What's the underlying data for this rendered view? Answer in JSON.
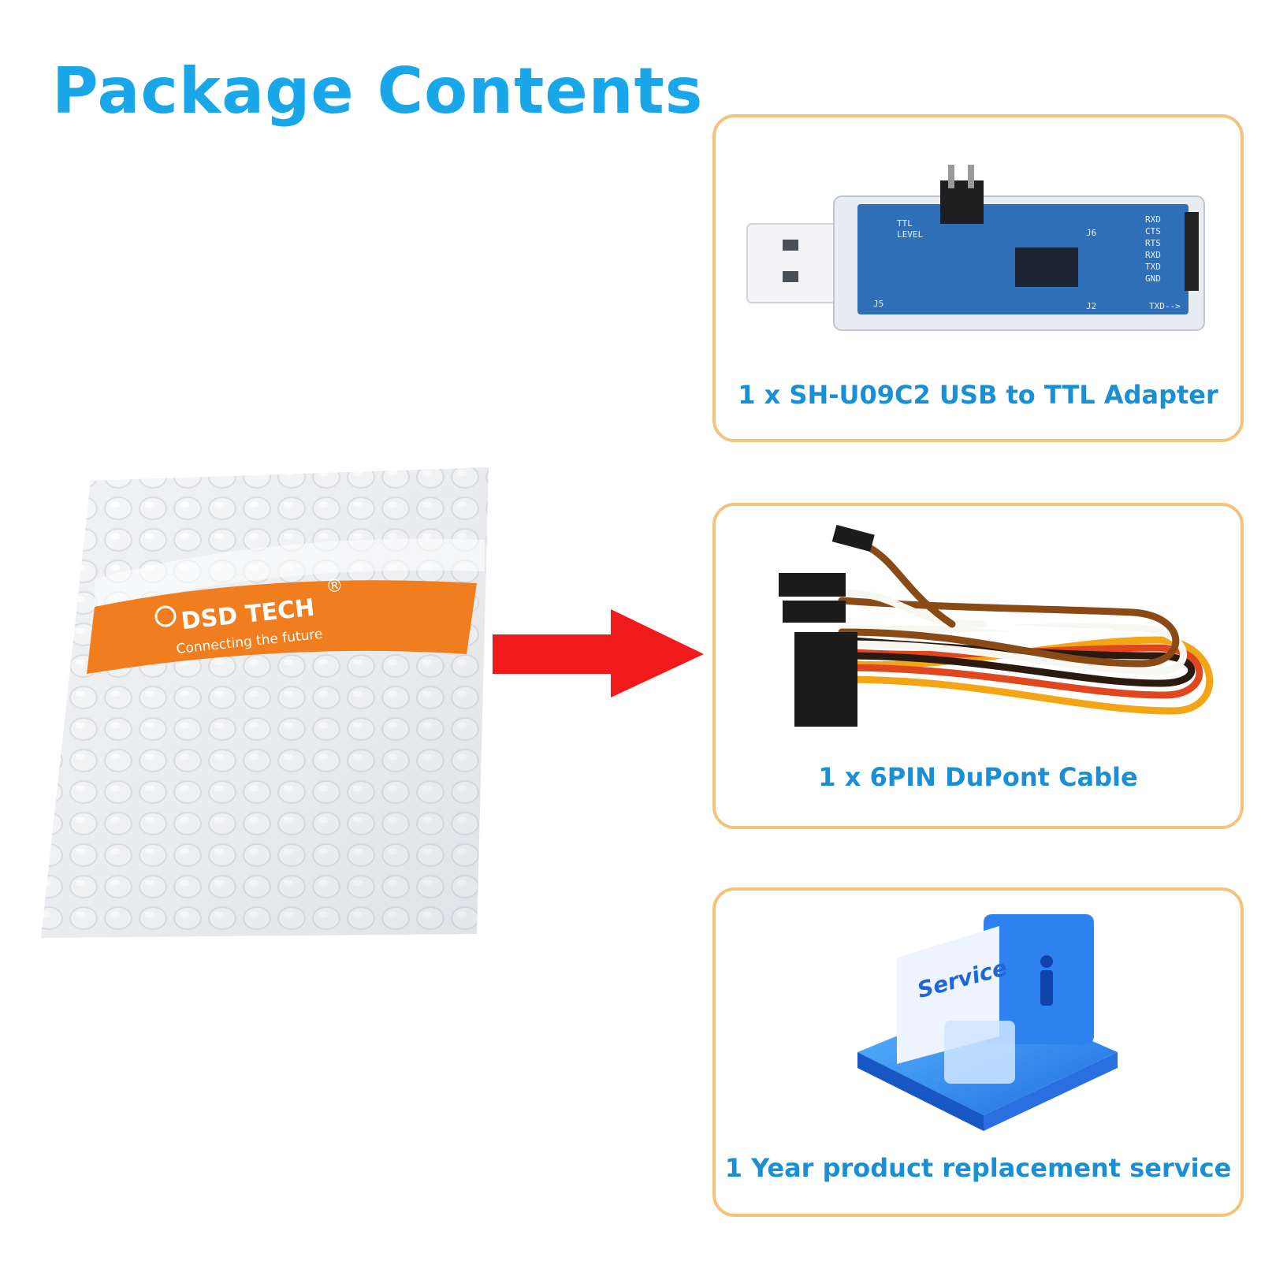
{
  "title": "Package Contents",
  "package": {
    "brand": "DSD TECH",
    "registered_mark": "®",
    "tagline": "Connecting the future"
  },
  "items": [
    {
      "label": "1 x SH-U09C2 USB to TTL Adapter",
      "board_pins": [
        "RXD",
        "CTS",
        "RTS",
        "RXD",
        "TXD",
        "GND"
      ],
      "board_markings": [
        "J6",
        "J5",
        "J2",
        "TTL",
        "LEVEL",
        "TXD-->"
      ]
    },
    {
      "label": "1 x 6PIN DuPont Cable"
    },
    {
      "label": "1 Year  product replacement service",
      "icon_text": "Service"
    }
  ],
  "colors": {
    "title": "#19a7ea",
    "label": "#1a8fd4",
    "card_border": "#f5c27a",
    "arrow": "#f01a1a",
    "band": "#f07d1e"
  }
}
